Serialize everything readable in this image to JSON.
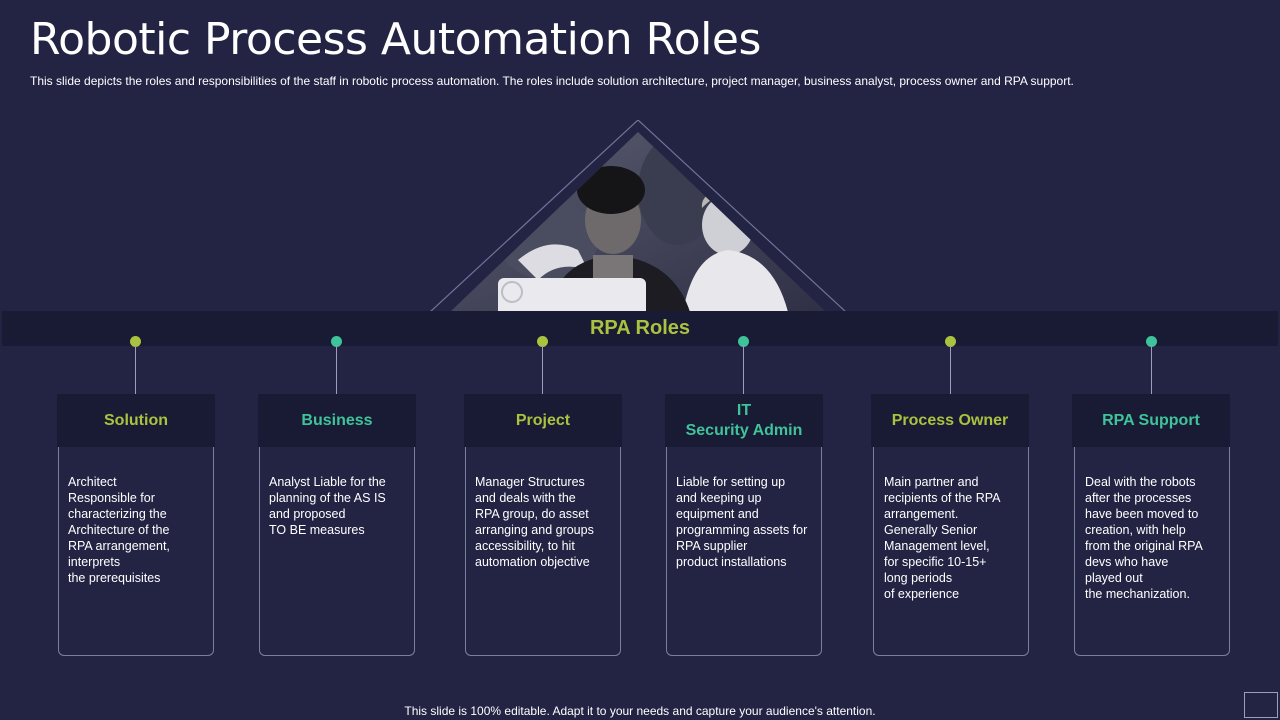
{
  "header": {
    "title": "Robotic Process Automation Roles",
    "subtitle": "This slide depicts the roles and responsibilities of the staff in robotic process automation. The roles include solution architecture, project manager, business analyst, process owner and RPA support."
  },
  "center": {
    "bar_label": "RPA Roles"
  },
  "colors": {
    "background": "#232444",
    "bar": "#191a33",
    "green": "#a9c23f",
    "teal": "#3ec39a"
  },
  "roles": [
    {
      "title": "Solution",
      "color": "#a9c23f",
      "text": "Architect\nResponsible for\ncharacterizing the\nArchitecture of the\nRPA arrangement,\ninterprets\nthe prerequisites"
    },
    {
      "title": "Business",
      "color": "#3ec39a",
      "text": "Analyst Liable for the\nplanning of the AS IS\nand proposed\nTO BE measures"
    },
    {
      "title": "Project",
      "color": "#a9c23f",
      "text": "Manager Structures\nand deals with the\nRPA group, do asset\narranging and groups\naccessibility, to hit\nautomation objective"
    },
    {
      "title": "IT\nSecurity Admin",
      "color": "#3ec39a",
      "text": "Liable for setting up\nand keeping up\nequipment and\nprogramming assets for\nRPA supplier\nproduct installations"
    },
    {
      "title": "Process Owner",
      "color": "#a9c23f",
      "text": "Main partner and\nrecipients of the RPA\narrangement.\nGenerally Senior\nManagement level,\nfor specific 10-15+\nlong periods\nof experience"
    },
    {
      "title": "RPA Support",
      "color": "#3ec39a",
      "text": "Deal with the robots\nafter the processes\nhave been moved to\ncreation, with help\nfrom the original RPA\ndevs who have\nplayed out\nthe mechanization."
    }
  ],
  "footer": {
    "text": "This slide is 100% editable. Adapt it to your needs and capture your audience's attention."
  }
}
